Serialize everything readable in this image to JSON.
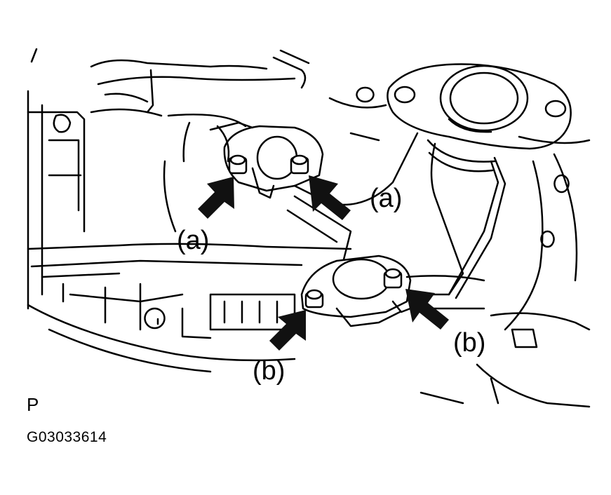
{
  "colors": {
    "line": "#000000",
    "background": "#ffffff",
    "arrow": "#111111"
  },
  "callouts": {
    "a_upper_right": "(a)",
    "a_left": "(a)",
    "b_lower_left": "(b)",
    "b_right": "(b)"
  },
  "marks": {
    "p_mark": "P",
    "figure_code": "G03033614"
  }
}
